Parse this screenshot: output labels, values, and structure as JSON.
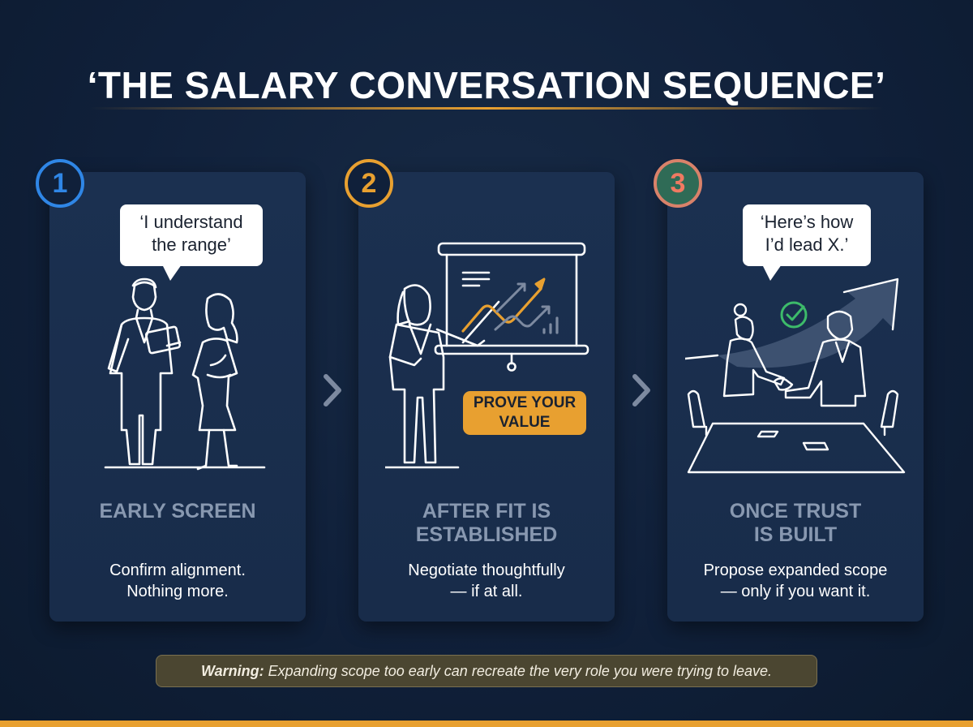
{
  "title": "‘THE SALARY CONVERSATION SEQUENCE’",
  "colors": {
    "background": "#10203a",
    "card": "#1b3050",
    "accent_gold": "#e8a030",
    "step1_blue": "#2f86e6",
    "step3_green": "#2f6b56",
    "step3_coral": "#f07a62",
    "heading_gray": "#8898b0"
  },
  "steps": [
    {
      "number": "1",
      "speech": "‘I understand the range’",
      "illustration": "two-people-talking-icon",
      "heading_line1": "EARLY SCREEN",
      "heading_line2": "",
      "desc_line1": "Confirm alignment.",
      "desc_line2": "Nothing more."
    },
    {
      "number": "2",
      "speech": "",
      "illustration": "presenter-chart-icon",
      "callout_line1": "PROVE YOUR",
      "callout_line2": "VALUE",
      "heading_line1": "AFTER FIT IS",
      "heading_line2": "ESTABLISHED",
      "desc_line1": "Negotiate thoughtfully",
      "desc_line2": "— if at all."
    },
    {
      "number": "3",
      "speech": "‘Here’s how I’d lead X.’",
      "illustration": "handshake-growth-icon",
      "heading_line1": "ONCE TRUST",
      "heading_line2": "IS BUILT",
      "desc_line1": "Propose expanded scope",
      "desc_line2": "— only if you want it."
    }
  ],
  "speech1_line1": "‘I understand",
  "speech1_line2": "the range’",
  "speech3_line1": "‘Here’s how",
  "speech3_line2": "I’d lead X.’",
  "warning": {
    "label": "Warning:",
    "text": "Expanding scope too early can recreate the very role you were trying to leave."
  }
}
